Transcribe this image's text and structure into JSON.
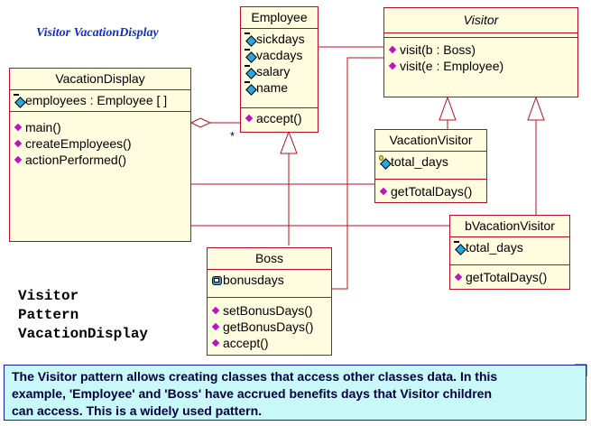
{
  "diagram_title": "Visitor VacationDisplay",
  "classes": {
    "employee": {
      "name": "Employee",
      "attributes": [
        "sickdays",
        "vacdays",
        "salary",
        "name"
      ],
      "operations": [
        "accept()"
      ]
    },
    "visitor": {
      "name": "Visitor",
      "operations": [
        "visit(b : Boss)",
        "visit(e : Employee)"
      ]
    },
    "vacation_display": {
      "name": "VacationDisplay",
      "attributes": [
        "employees : Employee [ ]"
      ],
      "operations": [
        "main()",
        "createEmployees()",
        "actionPerformed()"
      ]
    },
    "vacation_visitor": {
      "name": "VacationVisitor",
      "attributes": [
        "total_days"
      ],
      "operations": [
        "getTotalDays()"
      ]
    },
    "b_vacation_visitor": {
      "name": "bVacationVisitor",
      "attributes": [
        "total_days"
      ],
      "operations": [
        "getTotalDays()"
      ]
    },
    "boss": {
      "name": "Boss",
      "attributes": [
        "bonusdays"
      ],
      "operations": [
        "setBonusDays()",
        "getBonusDays()",
        "accept()"
      ]
    }
  },
  "multiplicity": "*",
  "caption_lines": [
    "Visitor",
    "Pattern",
    "VacationDisplay"
  ],
  "note": {
    "lines": [
      "The Visitor pattern allows creating classes that access other classes data.  In this",
      "example, 'Employee' and 'Boss' have accrued benefits days that Visitor children",
      "can access.  This is a widely used pattern."
    ]
  },
  "colors": {
    "class_fill": "#fffce0",
    "class_border": "#b8101e",
    "note_fill": "#c8f8f8",
    "note_border": "#1020a0",
    "title_color": "#1030c0"
  }
}
